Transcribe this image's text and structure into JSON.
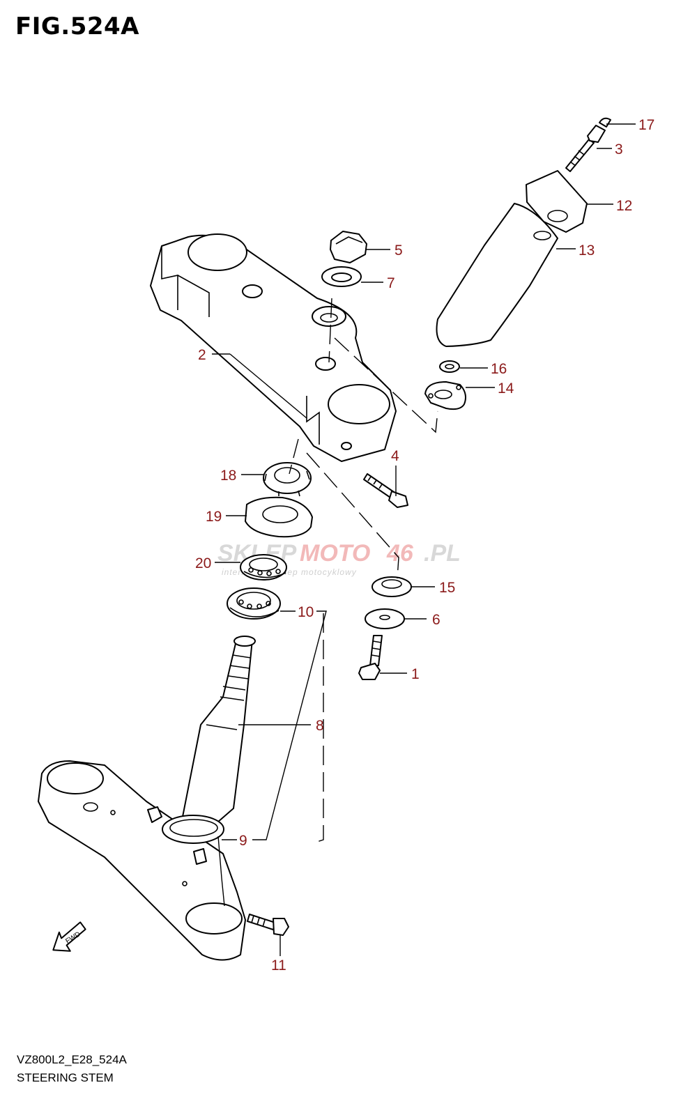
{
  "figure": {
    "title": "FIG.524A",
    "model_code": "VZ800L2_E28_524A",
    "caption": "STEERING STEM"
  },
  "watermark": {
    "brand_part1": "SKLEP",
    "brand_part2": "MOTO",
    "brand_part3": "46",
    "brand_part4": ".PL",
    "subtitle": "internetowy sklep motocyklowy"
  },
  "direction_marker": "FWD",
  "callouts": {
    "c1": "1",
    "c2": "2",
    "c3": "3",
    "c4": "4",
    "c5": "5",
    "c6": "6",
    "c7": "7",
    "c8": "8",
    "c9": "9",
    "c10": "10",
    "c11": "11",
    "c12": "12",
    "c13": "13",
    "c14": "14",
    "c15": "15",
    "c16": "16",
    "c17": "17",
    "c18": "18",
    "c19": "19",
    "c20": "20"
  },
  "colors": {
    "callout_text": "#8b1a1a",
    "line_art": "#000000",
    "watermark_grey": "#d8d8d8",
    "watermark_red": "#f2b9b9"
  }
}
